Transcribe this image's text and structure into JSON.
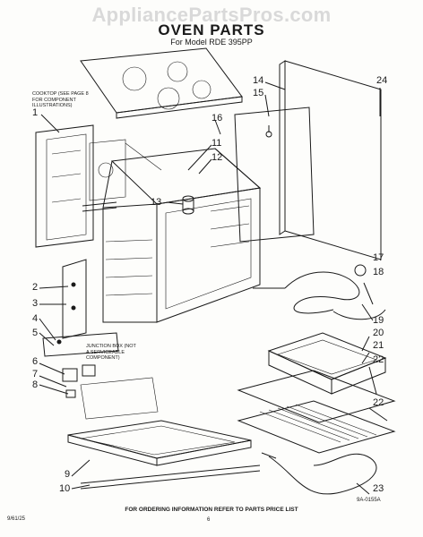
{
  "header": {
    "watermark": "AppliancePartsPros.com",
    "title": "OVEN PARTS",
    "model": "For Model RDE 395PP"
  },
  "notes": {
    "cooktop": "COOKTOP (SEE PAGE 8 FOR COMPONENT ILLUSTRATIONS)",
    "junction": "JUNCTION BOX (NOT A SERVICEABLE COMPONENT)"
  },
  "callouts": [
    "1",
    "2",
    "3",
    "4",
    "5",
    "6",
    "7",
    "8",
    "9",
    "10",
    "11",
    "12",
    "13",
    "14",
    "15",
    "16",
    "17",
    "18",
    "19",
    "20",
    "21",
    "22",
    "22",
    "23",
    "24"
  ],
  "footer": {
    "instruction": "FOR ORDERING INFORMATION REFER TO PARTS PRICE LIST",
    "code_left": "9/61/25",
    "code_right": "9A-0155A",
    "page": "6"
  }
}
